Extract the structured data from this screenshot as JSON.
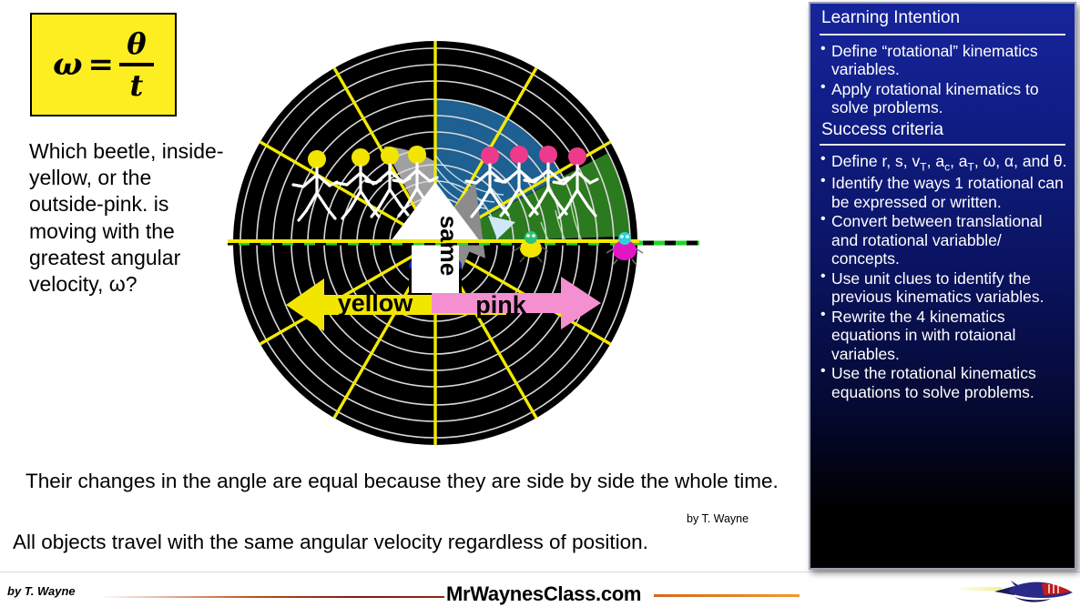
{
  "formula": {
    "lhs": "ω",
    "equals": "=",
    "numerator": "θ",
    "denominator": "t"
  },
  "question": "Which beetle, inside-yellow, or the outside-pink. is moving with the greatest angular velocity, ω?",
  "diagram": {
    "up_arrow_label": "same",
    "left_arrow_label": "yellow",
    "right_arrow_label": "pink",
    "colors": {
      "disk": "#000000",
      "spoke": "#F2EA00",
      "ring": "#d9d9d9",
      "gray_sector": "#a0a0a0",
      "blue_sector": "#1d6091",
      "green_sector": "#2c7a1f",
      "light_blue_sector": "#9dd3f0",
      "light_green_sector": "#b9e8a8",
      "yellow_arrow": "#F2E600",
      "pink_arrow": "#F48FD0",
      "yellow_beetle": "#F2E600",
      "pink_beetle": "#E316C4",
      "reference_line": "#22D329",
      "figure": "#ffffff"
    },
    "yellow_walkers": 4,
    "pink_walkers": 4
  },
  "statements": {
    "line1": "Their changes in the angle are equal because they are side by side the whole time.",
    "byline": "by T. Wayne",
    "line2": "All objects travel with the same angular velocity regardless of position."
  },
  "footer": {
    "byline": "by T. Wayne",
    "site": "MrWaynesClass.com"
  },
  "panel": {
    "learning_intention_heading": "Learning Intention",
    "learning_intention_items": [
      "Define “rotational” kinematics variables.",
      "Apply rotational kinematics to solve problems."
    ],
    "success_criteria_heading": "Success criteria",
    "success_criteria_items": [
      "Define r, s, v_T, a_c, a_T, ω, α, and θ.",
      "Identify the ways 1 rotational can be expressed or written.",
      "Convert between translational and rotational variabble/ concepts.",
      "Use unit clues to identify the previous kinematics variables.",
      "Rewrite the 4 kinematics equations in with rotaional variables.",
      "Use the rotational kinematics equations to solve problems."
    ]
  }
}
